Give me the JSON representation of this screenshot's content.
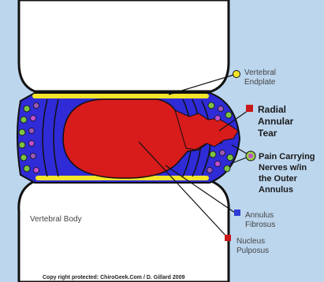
{
  "colors": {
    "background": "#bcd6ee",
    "bone": "#ffffff",
    "annulus": "#2f2bd6",
    "nucleus": "#d81b1b",
    "endplate": "#f2e52a",
    "nerve": "#7dc242",
    "nerve_accent": "#9b59b6",
    "marker_blue": "#2e3bd6",
    "marker_red": "#c81818",
    "marker_yellow": "#f2e52a",
    "marker_green": "#9cd44a",
    "marker_purple": "#c34fcf"
  },
  "labels": {
    "vertebral_endplate_1": "Vertebral",
    "vertebral_endplate_2": "Endplate",
    "radial_tear_1": "Radial",
    "radial_tear_2": "Annular",
    "radial_tear_3": "Tear",
    "pain_nerves_1": "Pain Carrying",
    "pain_nerves_2": "Nerves w/in",
    "pain_nerves_3": "the Outer",
    "pain_nerves_4": "Annulus",
    "vertebral_body": "Vertebral Body",
    "annulus_1": "Annulus",
    "annulus_2": "Fibrosus",
    "nucleus_1": "Nucleus",
    "nucleus_2": "Pulposus",
    "copyright": "Copy right protected: ChiroGeek.Com / D. Gillard 2009"
  }
}
